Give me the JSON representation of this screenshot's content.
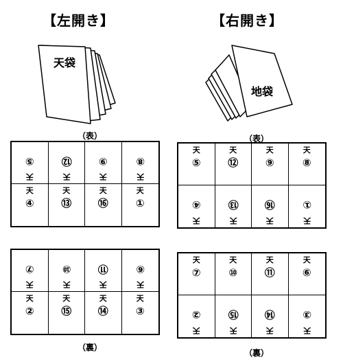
{
  "left": {
    "heading": "【左開き】",
    "booklet_label": "天袋",
    "front_caption": "（表）",
    "back_caption": "（裏）",
    "front_grid": [
      {
        "num": "⑤",
        "label": "天",
        "orient": "down"
      },
      {
        "num": "⑫",
        "label": "天",
        "orient": "down"
      },
      {
        "num": "⑨",
        "label": "天",
        "orient": "down"
      },
      {
        "num": "⑧",
        "label": "天",
        "orient": "down"
      },
      {
        "num": "④",
        "label": "天",
        "orient": "up"
      },
      {
        "num": "⑬",
        "label": "天",
        "orient": "up"
      },
      {
        "num": "⑯",
        "label": "天",
        "orient": "up"
      },
      {
        "num": "①",
        "label": "天",
        "orient": "up"
      }
    ],
    "back_grid": [
      {
        "num": "⑦",
        "label": "天",
        "orient": "down"
      },
      {
        "num": "⑩",
        "label": "天",
        "orient": "down"
      },
      {
        "num": "⑪",
        "label": "天",
        "orient": "down"
      },
      {
        "num": "⑥",
        "label": "天",
        "orient": "down"
      },
      {
        "num": "②",
        "label": "天",
        "orient": "up"
      },
      {
        "num": "⑮",
        "label": "天",
        "orient": "up"
      },
      {
        "num": "⑭",
        "label": "天",
        "orient": "up"
      },
      {
        "num": "③",
        "label": "天",
        "orient": "up"
      }
    ]
  },
  "right": {
    "heading": "【右開き】",
    "booklet_label": "地袋",
    "front_caption": "（表）",
    "back_caption": "（裏）",
    "front_grid": [
      {
        "num": "⑤",
        "label": "天",
        "orient": "up"
      },
      {
        "num": "⑫",
        "label": "天",
        "orient": "up"
      },
      {
        "num": "⑨",
        "label": "天",
        "orient": "up"
      },
      {
        "num": "⑧",
        "label": "天",
        "orient": "up"
      },
      {
        "num": "④",
        "label": "天",
        "orient": "down"
      },
      {
        "num": "⑬",
        "label": "天",
        "orient": "down"
      },
      {
        "num": "⑯",
        "label": "天",
        "orient": "down"
      },
      {
        "num": "①",
        "label": "天",
        "orient": "down"
      }
    ],
    "back_grid": [
      {
        "num": "⑦",
        "label": "天",
        "orient": "up"
      },
      {
        "num": "⑩",
        "label": "天",
        "orient": "up"
      },
      {
        "num": "⑪",
        "label": "天",
        "orient": "up"
      },
      {
        "num": "⑥",
        "label": "天",
        "orient": "up"
      },
      {
        "num": "②",
        "label": "天",
        "orient": "down"
      },
      {
        "num": "⑮",
        "label": "天",
        "orient": "down"
      },
      {
        "num": "⑭",
        "label": "天",
        "orient": "down"
      },
      {
        "num": "③",
        "label": "天",
        "orient": "down"
      }
    ]
  }
}
